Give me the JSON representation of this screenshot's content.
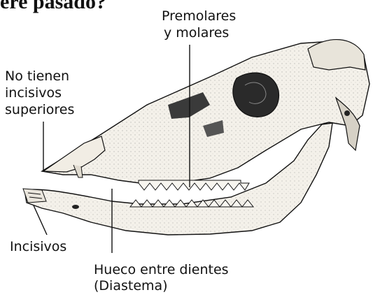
{
  "title_fragment": "ere  pasado?",
  "labels": {
    "premolares_line1": "Premolares",
    "premolares_line2": "y molares",
    "incisivos_sup_line1": "No tienen",
    "incisivos_sup_line2": "incisivos",
    "incisivos_sup_line3": "superiores",
    "incisivos": "Incisivos",
    "diastema_line1": "Hueco entre dientes",
    "diastema_line2": "(Diastema)"
  },
  "colors": {
    "ink": "#111111",
    "bone_fill": "#f4f1ea",
    "bone_shade": "#c9c4b8",
    "background": "#ffffff"
  },
  "icons": {
    "skull": "deer-skull-illustration"
  }
}
